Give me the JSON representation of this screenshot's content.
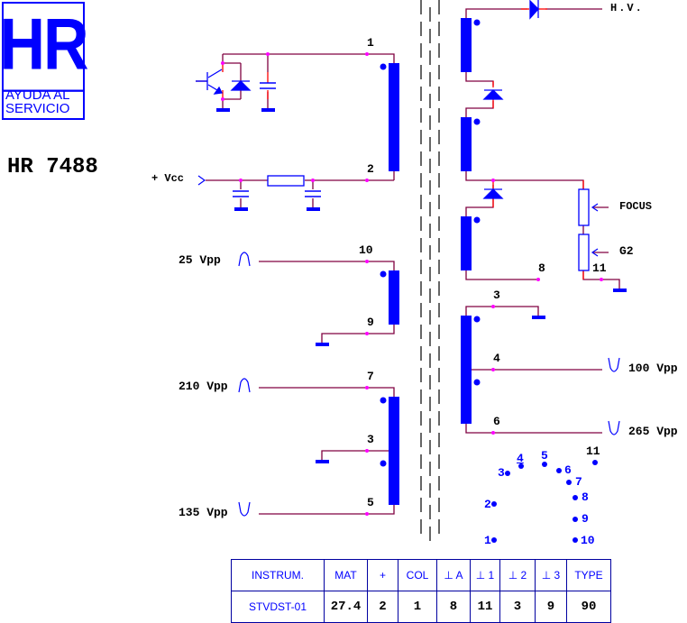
{
  "logo": {
    "mark": "HR",
    "subtitle_line1": "AYUDA AL",
    "subtitle_line2": "SERVICIO"
  },
  "model": "HR 7488",
  "primary": {
    "vcc_label": "+ Vcc",
    "pins": {
      "p1": "1",
      "p2": "2"
    }
  },
  "windings_left": [
    {
      "top_pin": "10",
      "bottom_pin": "9",
      "signal_label": "25 Vpp",
      "signal_shape": "positive-pulse"
    },
    {
      "top_pin": "7",
      "mid_pin": "3",
      "bottom_pin": "5",
      "top_signal_label": "210 Vpp",
      "top_signal_shape": "positive-pulse",
      "bottom_signal_label": "135 Vpp",
      "bottom_signal_shape": "negative-pulse"
    }
  ],
  "secondary": {
    "hv_label": "H.V.",
    "focus_label": "FOCUS",
    "g2_label": "G2",
    "pin_8": "8",
    "pin_11": "11",
    "winding": {
      "top_pin": "3",
      "mid_pin": "4",
      "bottom_pin": "6",
      "mid_signal_label": "100 Vpp",
      "bottom_signal_label": "265 Vpp"
    }
  },
  "pinout": [
    "1",
    "2",
    "3",
    "4",
    "5",
    "6",
    "7",
    "8",
    "9",
    "10",
    "11"
  ],
  "table": {
    "headers": [
      "INSTRUM.",
      "MAT",
      "+",
      "COL",
      "⊥ A",
      "⊥ 1",
      "⊥ 2",
      "⊥ 3",
      "TYPE"
    ],
    "values": [
      "STVDST-01",
      "27.4",
      "2",
      "1",
      "8",
      "11",
      "3",
      "9",
      "90"
    ]
  },
  "colors": {
    "wire": "#800040",
    "component": "#0000ff",
    "node": "#ff00ff",
    "lead": "#ff0000",
    "text": "#000000"
  }
}
